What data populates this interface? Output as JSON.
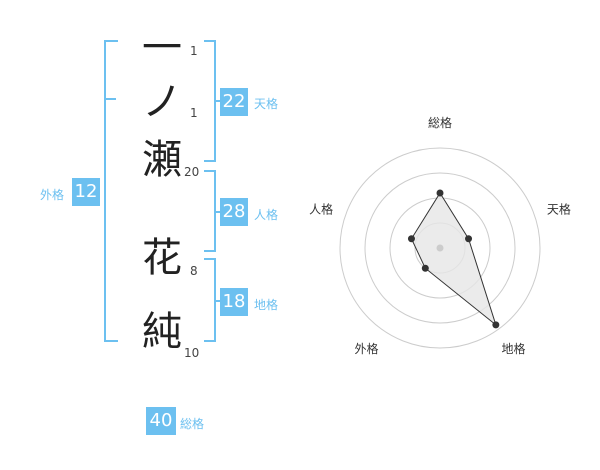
{
  "name": {
    "chars": [
      {
        "char": "一",
        "strokes": "1"
      },
      {
        "char": "ノ",
        "strokes": "1"
      },
      {
        "char": "瀬",
        "strokes": "20"
      },
      {
        "char": "花",
        "strokes": "8"
      },
      {
        "char": "純",
        "strokes": "10"
      }
    ]
  },
  "kakusu": {
    "tenkaku": {
      "value": "22",
      "label": "天格"
    },
    "jinkaku": {
      "value": "28",
      "label": "人格"
    },
    "chikaku": {
      "value": "18",
      "label": "地格"
    },
    "gaikaku": {
      "value": "12",
      "label": "外格"
    },
    "soukaku": {
      "value": "40",
      "label": "総格"
    }
  },
  "chart_data": {
    "type": "radar",
    "axes": [
      "総格",
      "天格",
      "地格",
      "外格",
      "人格"
    ],
    "values": [
      0.55,
      0.3,
      0.95,
      0.25,
      0.3
    ],
    "rings": 4,
    "colors": {
      "accent": "#6cc0f0",
      "polygon_fill": "#e6e6e6",
      "line": "#333333",
      "ring": "#cccccc"
    }
  }
}
